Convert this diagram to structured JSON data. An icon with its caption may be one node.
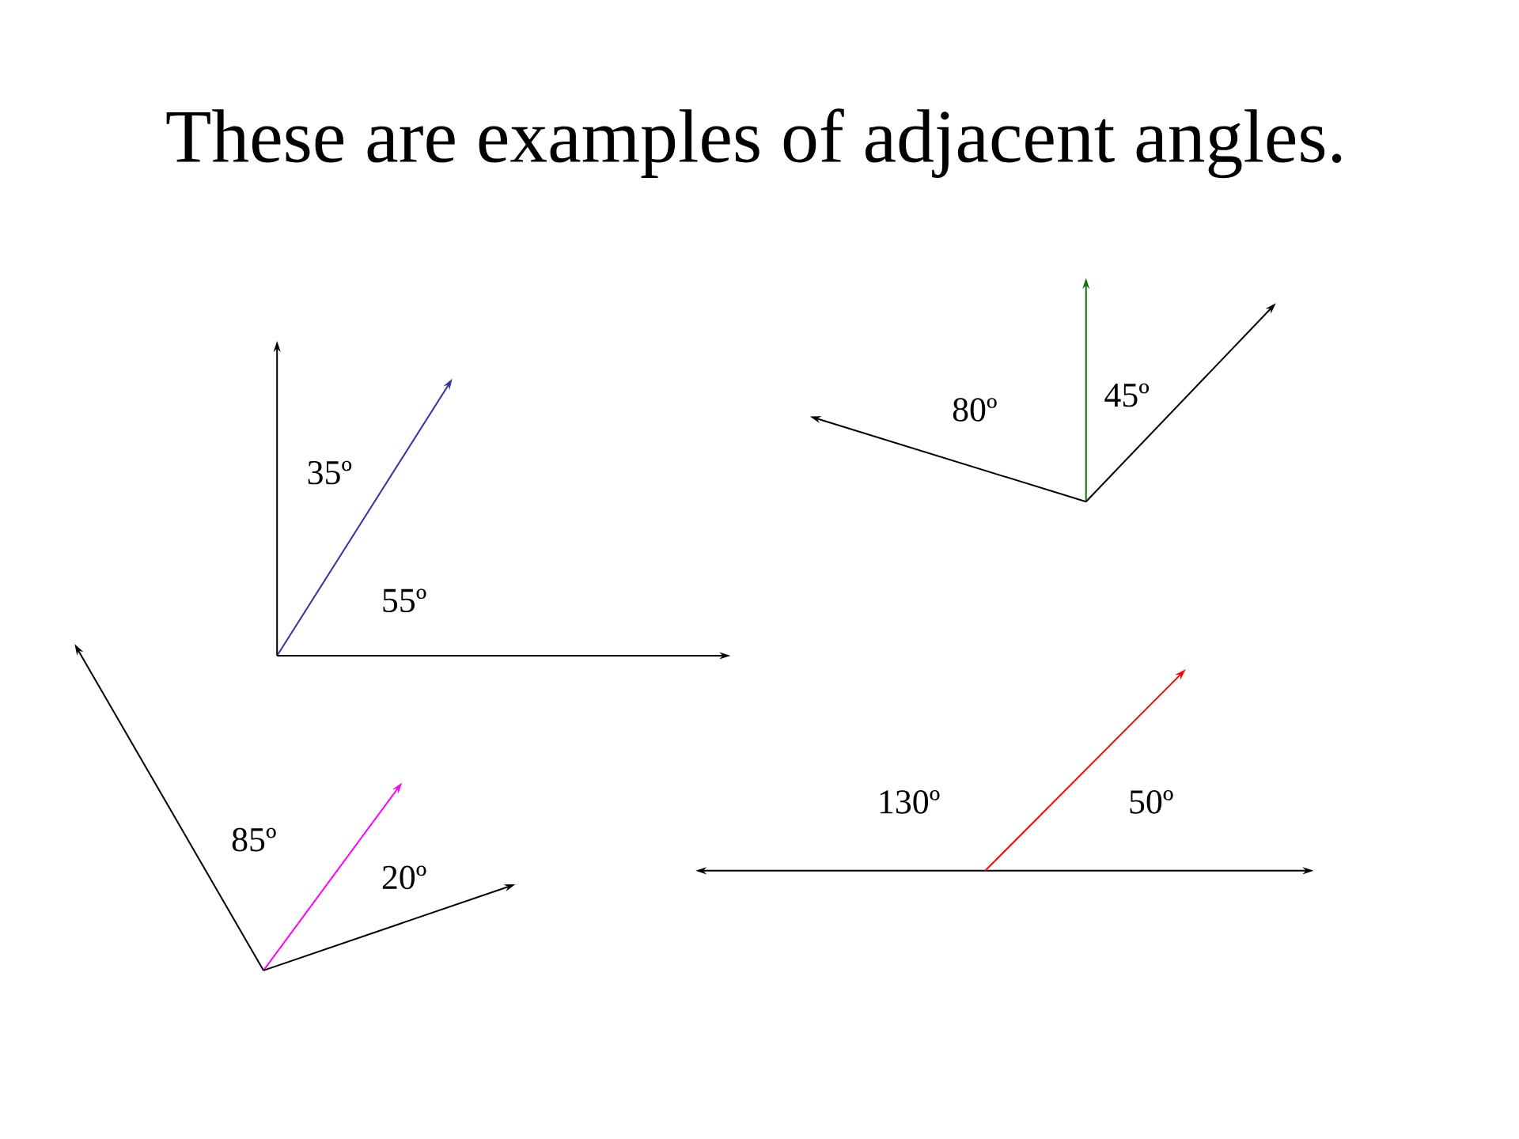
{
  "diagram": {
    "title": "These are examples of adjacent angles.",
    "labels": [
      "80º",
      "45º",
      "35º",
      "55º",
      "130º",
      "50º",
      "85º",
      "20º"
    ]
  }
}
